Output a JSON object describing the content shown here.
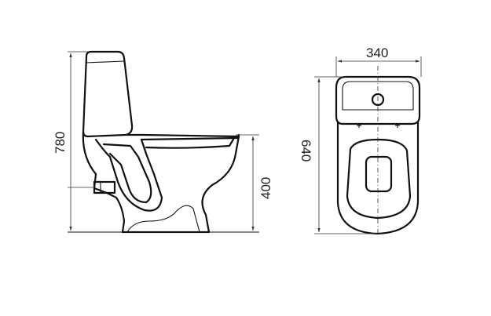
{
  "dimensions": {
    "height_total": "780",
    "seat_height": "400",
    "width": "340",
    "depth": "640"
  },
  "colors": {
    "line": "#111111",
    "dimension": "#333333",
    "background": "#ffffff"
  }
}
